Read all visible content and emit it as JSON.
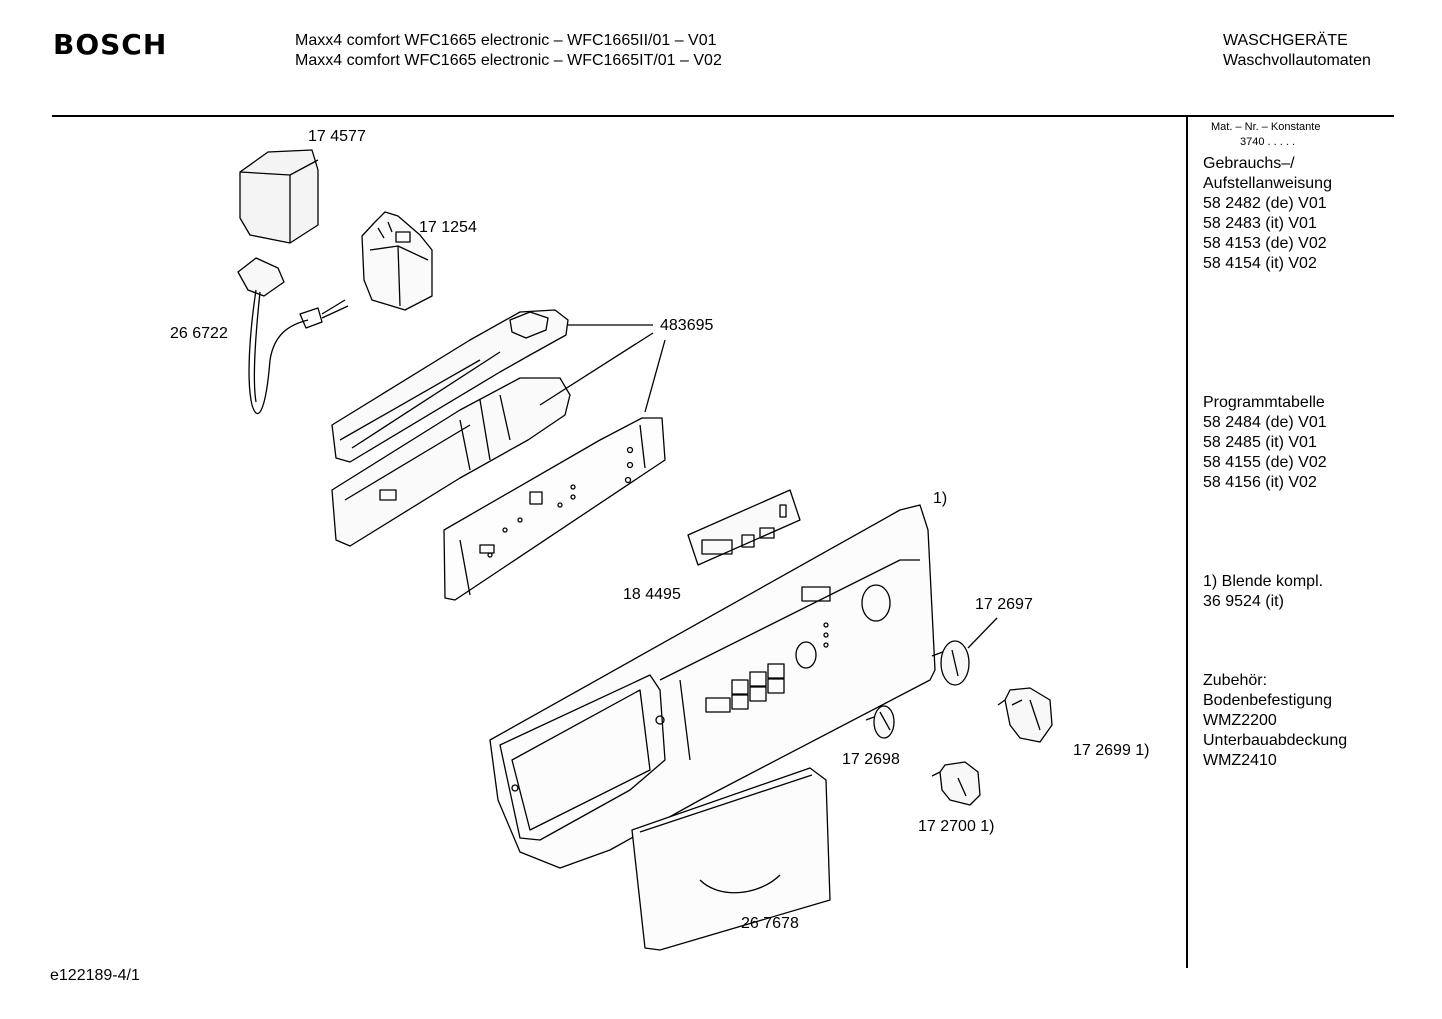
{
  "header": {
    "brand": "BOSCH",
    "model_line_1": "Maxx4 comfort WFC1665 electronic  – WFC1665II/01 – V01",
    "model_line_2": "Maxx4 comfort WFC1665 electronic – WFC1665IT/01 – V02",
    "category": "WASCHGERÄTE",
    "subcategory": "Waschvollautomaten"
  },
  "sidebar": {
    "mat_nr_label": "Mat. – Nr. – Konstante",
    "mat_nr_value": "3740  .   .   .   .   .",
    "manual_heading_1": "Gebrauchs–/",
    "manual_heading_2": "Aufstellanweisung",
    "manuals": [
      "58 2482 (de) V01",
      "58 2483 (it) V01",
      "58 4153 (de) V02",
      "58 4154 (it) V02"
    ],
    "program_heading": "Programmtabelle",
    "programs": [
      "58 2484 (de) V01",
      "58 2485 (it) V01",
      "58 4155 (de) V02",
      "58 4156 (it) V02"
    ],
    "note_1": "1) Blende kompl.",
    "note_2": "36 9524 (it)",
    "accessory_heading": "Zubehör:",
    "accessories": [
      "Bodenbefestigung",
      "WMZ2200",
      "Unterbauabdeckung",
      "WMZ2410"
    ]
  },
  "parts": {
    "p174577": "17 4577",
    "p171254": "17 1254",
    "p266722": "26 6722",
    "p483695": "483695",
    "p184495": "18 4495",
    "p1note": "1)",
    "p172697": "17 2697",
    "p172698": "17 2698",
    "p172699": "17 2699 1)",
    "p172700": "17 2700 1)",
    "p267678": "26 7678"
  },
  "footer": {
    "code": "e122189-4/1"
  }
}
